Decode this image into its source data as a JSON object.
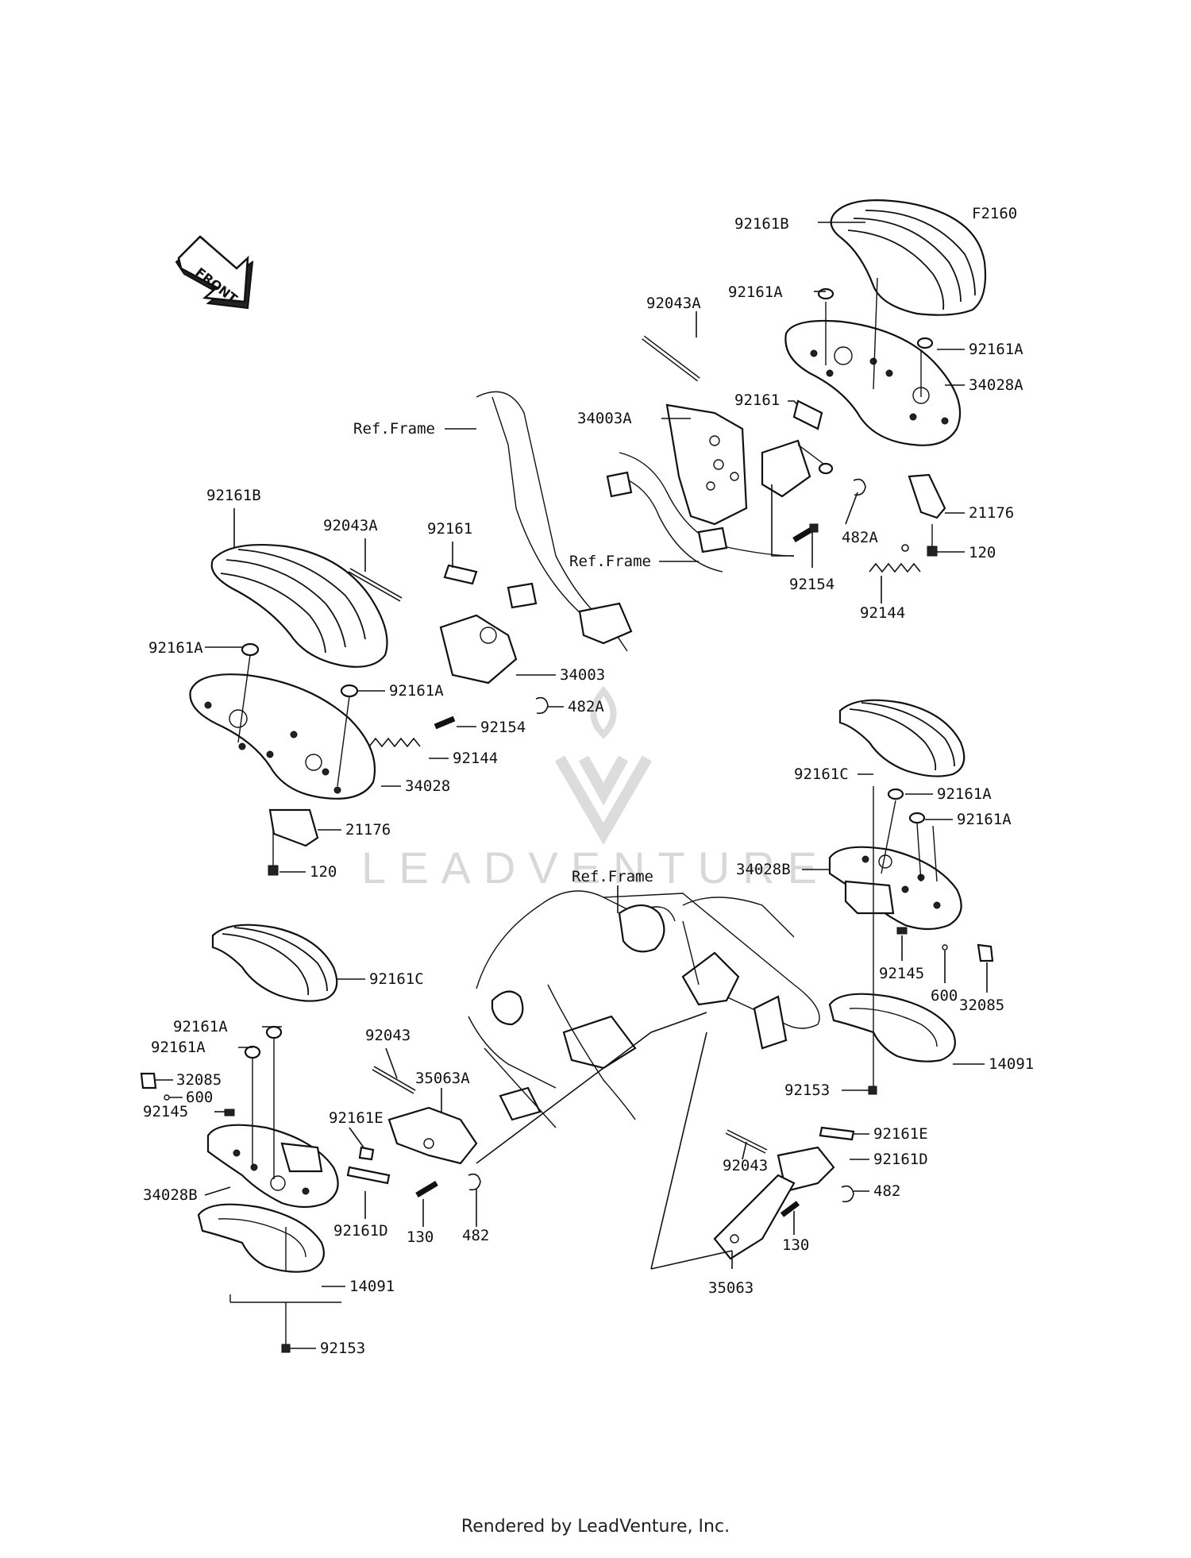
{
  "diagram": {
    "code": "F2160",
    "front_label": "FRONT",
    "watermark": "LEADVENTURE",
    "footer": "Rendered by LeadVenture, Inc.",
    "ref_frame": "Ref.Frame",
    "labels": {
      "p92161B_top": "92161B",
      "p92161A_top": "92161A",
      "p92043A_top": "92043A",
      "p92161A_top2": "92161A",
      "p34028A": "34028A",
      "p34003A": "34003A",
      "p92161_top": "92161",
      "p482A_top": "482A",
      "p21176_top": "21176",
      "p120_top": "120",
      "p92154_top": "92154",
      "p92144_top": "92144",
      "p92161B_left": "92161B",
      "p92043A_left": "92043A",
      "p92161_left": "92161",
      "p92161A_left": "92161A",
      "p34003": "34003",
      "p92161A_left2": "92161A",
      "p482A_left": "482A",
      "p92154_left": "92154",
      "p92144_left": "92144",
      "p34028": "34028",
      "p21176_left": "21176",
      "p120_left": "120",
      "p92161C_right": "92161C",
      "p92161A_right": "92161A",
      "p92161A_right2": "92161A",
      "p34028B_right": "34028B",
      "p92145_right": "92145",
      "p600_right": "600",
      "p32085_right": "32085",
      "p14091_right": "14091",
      "p92153_right": "92153",
      "p92161C_left": "92161C",
      "p92161A_bl": "92161A",
      "p92161A_bl2": "92161A",
      "p32085_left": "32085",
      "p600_left": "600",
      "p92145_left": "92145",
      "p34028B_left": "34028B",
      "p14091_left": "14091",
      "p92153_left": "92153",
      "p92043_left": "92043",
      "p35063A": "35063A",
      "p92161E_left": "92161E",
      "p92161D_left": "92161D",
      "p130_left": "130",
      "p482_left": "482",
      "p92043_right": "92043",
      "p92161E_right": "92161E",
      "p92161D_right": "92161D",
      "p482_right": "482",
      "p130_right": "130",
      "p35063": "35063"
    }
  }
}
